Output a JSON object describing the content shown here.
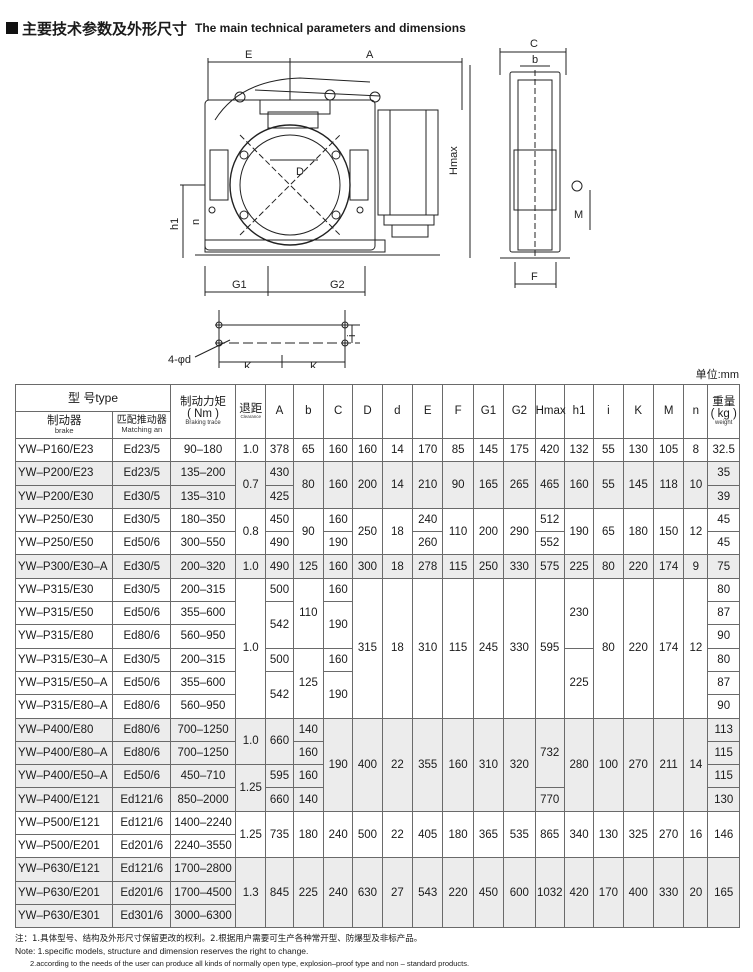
{
  "title": {
    "cn": "主要技术参数及外形尺寸",
    "en": "The main technical parameters and dimensions"
  },
  "drawing_labels": {
    "main": [
      "E",
      "A",
      "D",
      "Hmax",
      "h1",
      "n",
      "G1",
      "G2"
    ],
    "side": [
      "C",
      "b",
      "M",
      "F"
    ],
    "base": [
      "K",
      "K",
      "i",
      "4-φd"
    ]
  },
  "unit": "单位:mm",
  "header": {
    "type": "型 号type",
    "brake_cn": "制动器",
    "brake_en": "brake",
    "match_cn": "匹配推动器",
    "match_en": "Matching an",
    "torque_cn": "制动力矩",
    "torque_unit": "( Nm )",
    "torque_en": "Braking trace",
    "clear_cn": "退距",
    "clear_en": "Clearance",
    "A": "A",
    "b": "b",
    "C": "C",
    "D": "D",
    "d": "d",
    "E": "E",
    "F": "F",
    "G1": "G1",
    "G2": "G2",
    "Hmax": "Hmax",
    "h1": "h1",
    "i": "i",
    "K": "K",
    "M": "M",
    "n": "n",
    "weight_cn": "重量",
    "weight_unit": "( kg )",
    "weight_en": "weight"
  },
  "rows": [
    {
      "brake": "YW–P160/E23",
      "matching": "Ed23/5",
      "torque": "90–180",
      "clearance": "1.0",
      "A": "378",
      "b": "65",
      "C": "160",
      "D": "160",
      "d": "14",
      "E": "170",
      "F": "85",
      "G1": "145",
      "G2": "175",
      "Hmax": "420",
      "h1": "132",
      "i": "55",
      "K": "130",
      "M": "105",
      "n": "8",
      "weight": "32.5"
    },
    {
      "brake": "YW–P200/E23",
      "matching": "Ed23/5",
      "torque": "135–200",
      "clearance": "0.7",
      "A": "430",
      "b": "80",
      "C": "160",
      "D": "200",
      "d": "14",
      "E": "210",
      "F": "90",
      "G1": "165",
      "G2": "265",
      "Hmax": "465",
      "h1": "160",
      "i": "55",
      "K": "145",
      "M": "118",
      "n": "10",
      "weight": "35"
    },
    {
      "brake": "YW–P200/E30",
      "matching": "Ed30/5",
      "torque": "135–310",
      "A": "425",
      "weight": "39"
    },
    {
      "brake": "YW–P250/E30",
      "matching": "Ed30/5",
      "torque": "180–350",
      "clearance": "0.8",
      "A": "450",
      "b": "90",
      "C": "160",
      "D": "250",
      "d": "18",
      "E": "240",
      "F": "110",
      "G1": "200",
      "G2": "290",
      "Hmax": "512",
      "h1": "190",
      "i": "65",
      "K": "180",
      "M": "150",
      "n": "12",
      "weight": "45"
    },
    {
      "brake": "YW–P250/E50",
      "matching": "Ed50/6",
      "torque": "300–550",
      "A": "490",
      "C": "190",
      "E": "260",
      "Hmax": "552",
      "weight": "45"
    },
    {
      "brake": "YW–P300/E30–A",
      "matching": "Ed30/5",
      "torque": "200–320",
      "clearance": "1.0",
      "A": "490",
      "b": "125",
      "C": "160",
      "D": "300",
      "d": "18",
      "E": "278",
      "F": "115",
      "G1": "250",
      "G2": "330",
      "Hmax": "575",
      "h1": "225",
      "i": "80",
      "K": "220",
      "M": "174",
      "n": "9",
      "weight": "75"
    },
    {
      "brake": "YW–P315/E30",
      "matching": "Ed30/5",
      "torque": "200–315",
      "clearance": "1.0",
      "A": "500",
      "b": "110",
      "C": "160",
      "D": "315",
      "d": "18",
      "E": "310",
      "F": "115",
      "G1": "245",
      "G2": "330",
      "Hmax": "595",
      "h1": "230",
      "i": "80",
      "K": "220",
      "M": "174",
      "n": "12",
      "weight": "80"
    },
    {
      "brake": "YW–P315/E50",
      "matching": "Ed50/6",
      "torque": "355–600",
      "A": "542",
      "C": "190",
      "weight": "87"
    },
    {
      "brake": "YW–P315/E80",
      "matching": "Ed80/6",
      "torque": "560–950",
      "weight": "90"
    },
    {
      "brake": "YW–P315/E30–A",
      "matching": "Ed30/5",
      "torque": "200–315",
      "A": "500",
      "b": "125",
      "C": "160",
      "h1": "225",
      "weight": "80"
    },
    {
      "brake": "YW–P315/E50–A",
      "matching": "Ed50/6",
      "torque": "355–600",
      "A": "542",
      "C": "190",
      "weight": "87"
    },
    {
      "brake": "YW–P315/E80–A",
      "matching": "Ed80/6",
      "torque": "560–950",
      "weight": "90"
    },
    {
      "brake": "YW–P400/E80",
      "matching": "Ed80/6",
      "torque": "700–1250",
      "clearance": "1.0",
      "A": "660",
      "b": "140",
      "C": "190",
      "D": "400",
      "d": "22",
      "E": "355",
      "F": "160",
      "G1": "310",
      "G2": "320",
      "Hmax": "732",
      "h1": "280",
      "i": "100",
      "K": "270",
      "M": "211",
      "n": "14",
      "weight": "113"
    },
    {
      "brake": "YW–P400/E80–A",
      "matching": "Ed80/6",
      "torque": "700–1250",
      "b": "160",
      "weight": "115"
    },
    {
      "brake": "YW–P400/E50–A",
      "matching": "Ed50/6",
      "torque": "450–710",
      "clearance": "1.25",
      "A": "595",
      "b": "160",
      "weight": "115"
    },
    {
      "brake": "YW–P400/E121",
      "matching": "Ed121/6",
      "torque": "850–2000",
      "A": "660",
      "b": "140",
      "Hmax": "770",
      "weight": "130"
    },
    {
      "brake": "YW–P500/E121",
      "matching": "Ed121/6",
      "torque": "1400–2240",
      "clearance": "1.25",
      "A": "735",
      "b": "180",
      "C": "240",
      "D": "500",
      "d": "22",
      "E": "405",
      "F": "180",
      "G1": "365",
      "G2": "535",
      "Hmax": "865",
      "h1": "340",
      "i": "130",
      "K": "325",
      "M": "270",
      "n": "16",
      "weight": "146"
    },
    {
      "brake": "YW–P500/E201",
      "matching": "Ed201/6",
      "torque": "2240–3550"
    },
    {
      "brake": "YW–P630/E121",
      "matching": "Ed121/6",
      "torque": "1700–2800",
      "clearance": "1.3",
      "A": "845",
      "b": "225",
      "C": "240",
      "D": "630",
      "d": "27",
      "E": "543",
      "F": "220",
      "G1": "450",
      "G2": "600",
      "Hmax": "1032",
      "h1": "420",
      "i": "170",
      "K": "400",
      "M": "330",
      "n": "20",
      "weight": "165"
    },
    {
      "brake": "YW–P630/E201",
      "matching": "Ed201/6",
      "torque": "1700–4500"
    },
    {
      "brake": "YW–P630/E301",
      "matching": "Ed301/6",
      "torque": "3000–6300"
    }
  ],
  "notes": {
    "cn": "注：1.具体型号、结构及外形尺寸保留更改的权利。2.根据用户需要可生产各种常开型、防爆型及非标产品。",
    "en1": "Note: 1.specific models, structure and dimension reserves the right to change.",
    "en2": "2.according to the needs of the user can produce all kinds of normally open type, explosion–proof type and non – standard products."
  }
}
